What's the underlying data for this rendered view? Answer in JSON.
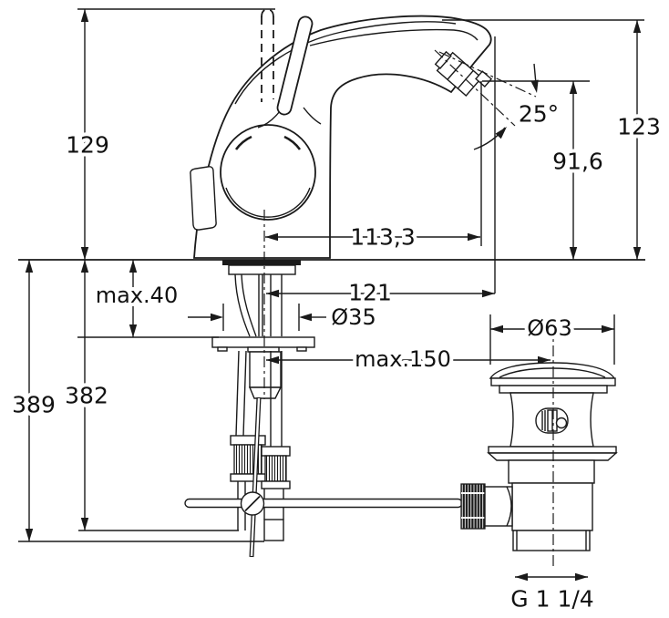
{
  "drawing": {
    "kind": "faucet-installation-technical-drawing",
    "line_color": "#1a1a1a",
    "background": "#ffffff"
  },
  "dimensions": {
    "height_overall": "129",
    "height_spout_top": "123",
    "outlet_height": "91,6",
    "spray_angle": "25°",
    "reach_aerator": "113,3",
    "reach_spout": "121",
    "deck_thickness": "max.40",
    "hole_diameter": "Ø35",
    "rod_length": "max.150",
    "waste_flange_diameter": "Ø63",
    "hose_depth": "382",
    "overall_depth": "389",
    "waste_thread": "G 1 1/4"
  }
}
